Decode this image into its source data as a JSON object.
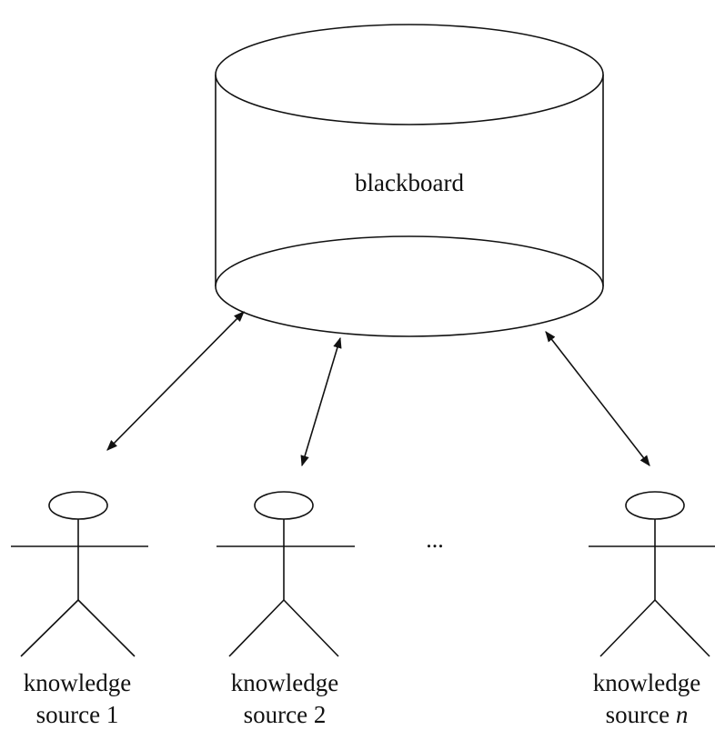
{
  "diagram": {
    "blackboard_label": "blackboard",
    "ellipsis": "...",
    "sources": [
      {
        "line1": "knowledge",
        "line2": "source 1",
        "number": ""
      },
      {
        "line1": "knowledge",
        "line2": "source 2",
        "number": ""
      },
      {
        "line1": "knowledge",
        "line2": "source ",
        "number": "n"
      }
    ],
    "colors": {
      "stroke": "#111111",
      "background": "#ffffff"
    }
  }
}
